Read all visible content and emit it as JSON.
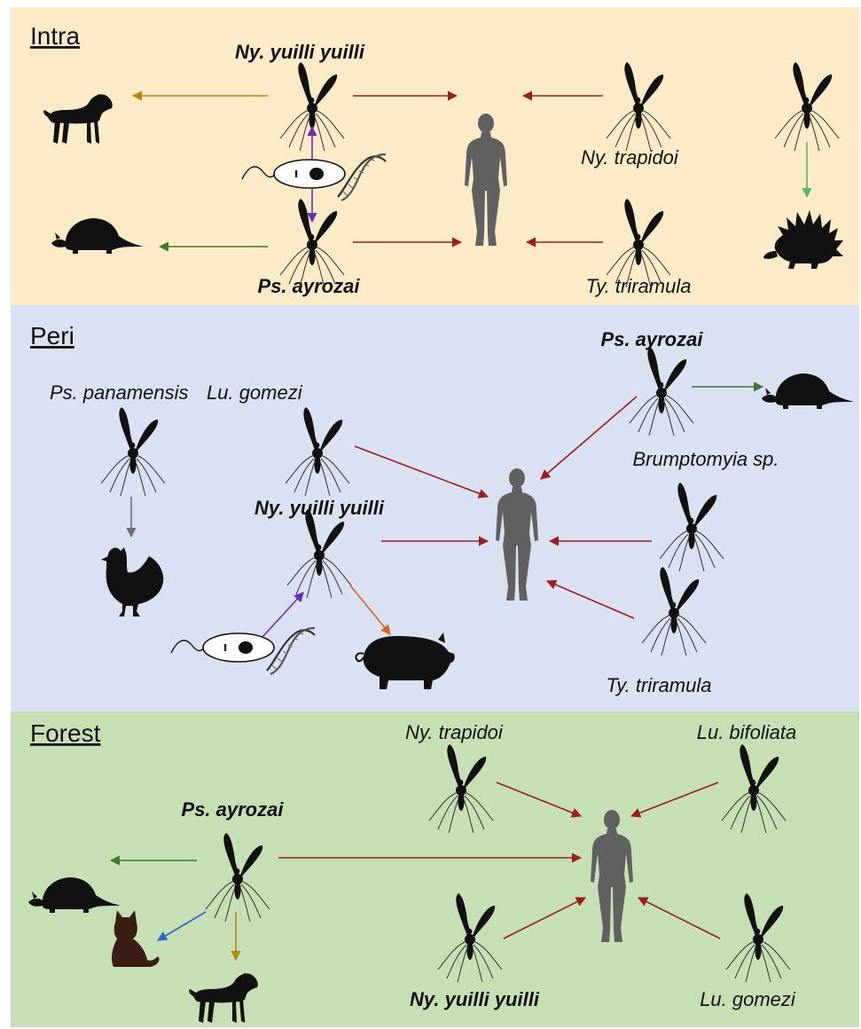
{
  "colors": {
    "intra_bg": "#fdebc8",
    "peri_bg": "#d9e1f2",
    "forest_bg": "#c5e0b4",
    "human": "#606060",
    "silhouette": "#111111",
    "arrow_human": "#a01c1c",
    "arrow_dog": "#b8860b",
    "arrow_armadillo": "#3d7a2a",
    "arrow_porcupine": "#5cb85c",
    "arrow_chicken": "#707070",
    "arrow_pig": "#d2691e",
    "arrow_parasite": "#6a2fb0",
    "arrow_cat": "#2f68c4",
    "cat": "#3a1e14"
  },
  "panels": {
    "intra": {
      "title": "Intra",
      "species": {
        "ny_yuilli": "Ny. yuilli yuilli",
        "ps_ayrozai": "Ps. ayrozai",
        "ny_trapidoi": "Ny. trapidoi",
        "ty_triramula": "Ty. triramula"
      }
    },
    "peri": {
      "title": "Peri",
      "species": {
        "ps_panamensis": "Ps. panamensis",
        "lu_gomezi": "Lu. gomezi",
        "ny_yuilli": "Ny. yuilli yuilli",
        "ps_ayrozai": "Ps. ayrozai",
        "brumptomyia": "Brumptomyia sp.",
        "ty_triramula": "Ty. triramula"
      }
    },
    "forest": {
      "title": "Forest",
      "species": {
        "ny_trapidoi": "Ny. trapidoi",
        "lu_bifoliata": "Lu. bifoliata",
        "ps_ayrozai": "Ps. ayrozai",
        "ny_yuilli": "Ny. yuilli yuilli",
        "lu_gomezi": "Lu. gomezi"
      }
    }
  },
  "icons": {
    "sandfly": "sandfly-icon",
    "human": "human-icon",
    "dog": "dog-icon",
    "armadillo": "armadillo-icon",
    "porcupine": "porcupine-icon",
    "chicken": "chicken-icon",
    "pig": "pig-icon",
    "cat": "cat-icon",
    "parasite": "leishmania-parasite-icon"
  }
}
